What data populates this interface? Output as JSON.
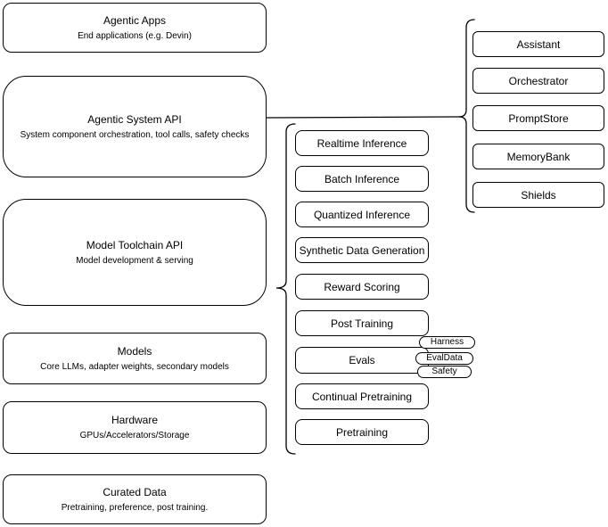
{
  "canvas": {
    "background": "#ffffff",
    "stroke_color": "#000000",
    "fill_color": "#ffffff"
  },
  "stack": {
    "boxes": [
      {
        "title": "Agentic Apps",
        "subtitle": "End applications (e.g. Devin)"
      },
      {
        "title": "Agentic System API",
        "subtitle": "System component orchestration, tool calls, safety checks"
      },
      {
        "title": "Model Toolchain API",
        "subtitle": "Model development & serving"
      },
      {
        "title": "Models",
        "subtitle": "Core LLMs, adapter weights, secondary models"
      },
      {
        "title": "Hardware",
        "subtitle": "GPUs/Accelerators/Storage"
      },
      {
        "title": "Curated Data",
        "subtitle": "Pretraining, preference, post training."
      }
    ]
  },
  "toolchain": {
    "items": [
      "Realtime Inference",
      "Batch Inference",
      "Quantized Inference",
      "Synthetic Data Generation",
      "Reward Scoring",
      "Post Training",
      "Evals",
      "Continual Pretraining",
      "Pretraining"
    ],
    "evals_tags": [
      "Harness",
      "EvalData",
      "Safety"
    ]
  },
  "system_components": {
    "items": [
      "Assistant",
      "Orchestrator",
      "PromptStore",
      "MemoryBank",
      "Shields"
    ]
  }
}
